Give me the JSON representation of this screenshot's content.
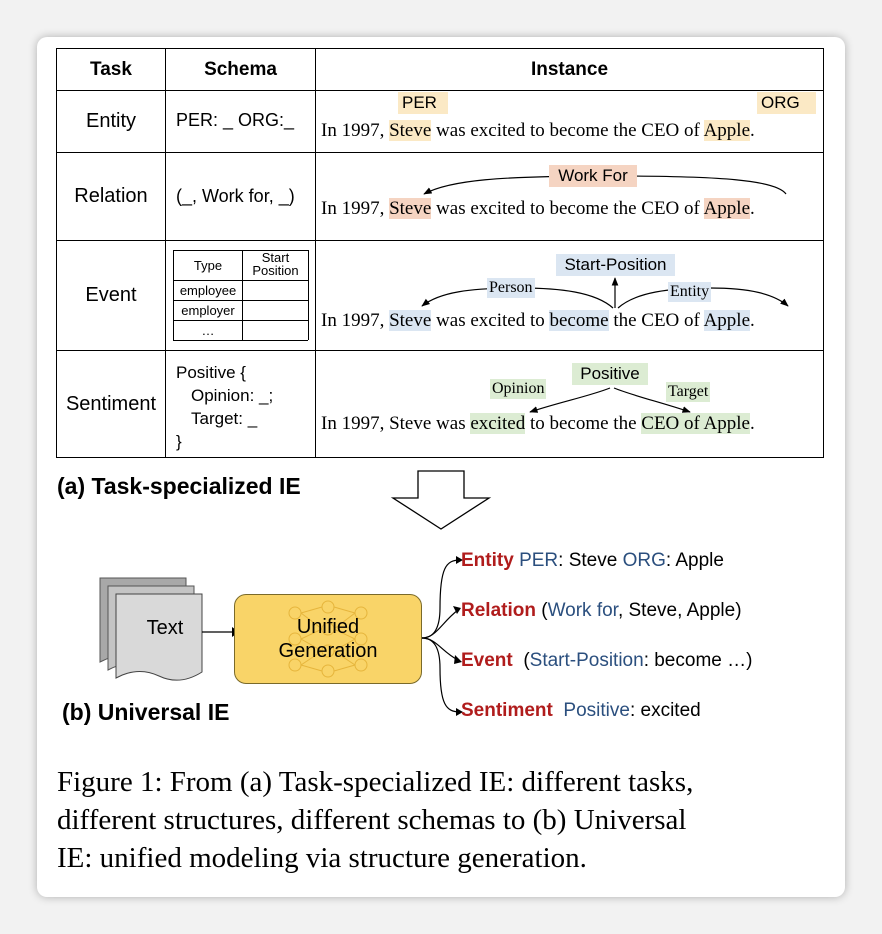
{
  "table": {
    "headers": [
      "Task",
      "Schema",
      "Instance"
    ],
    "rows": [
      {
        "task": "Entity",
        "schema": "PER: _ ORG:_"
      },
      {
        "task": "Relation",
        "schema": "(_, Work for, _)"
      },
      {
        "task": "Event"
      },
      {
        "task": "Sentiment",
        "schema_lines": [
          "Positive {",
          "Opinion: _;",
          "Target: _",
          "}"
        ]
      }
    ],
    "event_schema": {
      "col1_header": "Type",
      "col2_header_lines": [
        "Start",
        "Position"
      ],
      "rows": [
        "employee",
        "employer",
        "…"
      ]
    },
    "entity": {
      "pre": "In 1997, ",
      "span1": "Steve",
      "mid": " was excited to become the CEO of ",
      "span2": "Apple",
      "post": ".",
      "label1": "PER",
      "label2": "ORG"
    },
    "relation": {
      "pre": "In 1997, ",
      "span1": "Steve",
      "mid": " was excited to become the CEO of ",
      "span2": "Apple",
      "post": ".",
      "label": "Work For"
    },
    "event": {
      "pre": "In 1997, ",
      "span1": "Steve",
      "mid1": " was excited to ",
      "trigger": "become",
      "mid2": " the CEO of ",
      "span2": "Apple",
      "post": ".",
      "trigger_label": "Start-Position",
      "arg1_label": "Person",
      "arg2_label": "Entity"
    },
    "sentiment": {
      "pre": "In 1997, Steve was ",
      "opinion": "excited",
      "mid": " to become the ",
      "target": "CEO of Apple",
      "post": ".",
      "label": "Positive",
      "opinion_label": "Opinion",
      "target_label": "Target"
    }
  },
  "section_a": "(a) Task-specialized IE",
  "section_b": "(b) Universal IE",
  "text_box": "Text",
  "unified": {
    "line1": "Unified",
    "line2": "Generation"
  },
  "outputs": [
    {
      "task": "Entity",
      "type1": "PER",
      "val1": ": Steve ",
      "type2": "ORG",
      "val2": ": Apple"
    },
    {
      "task": "Relation",
      "open": "(",
      "rel": "Work for",
      "rest": ", Steve, Apple)"
    },
    {
      "task": "Event",
      "open": "(",
      "trigger": "Start-Position",
      "rest": ": become …)"
    },
    {
      "task": "Sentiment",
      "pol": "Positive",
      "rest": ": excited"
    }
  ],
  "caption": {
    "line1": "Figure 1: From (a) Task-specialized IE: different tasks,",
    "line2": "different structures, different schemas to (b) Universal",
    "line3": "IE: unified modeling via structure generation."
  },
  "colors": {
    "output_task": "#b01c1c",
    "output_type": "#2b4f7e",
    "unified_fill": "#f9d468"
  }
}
